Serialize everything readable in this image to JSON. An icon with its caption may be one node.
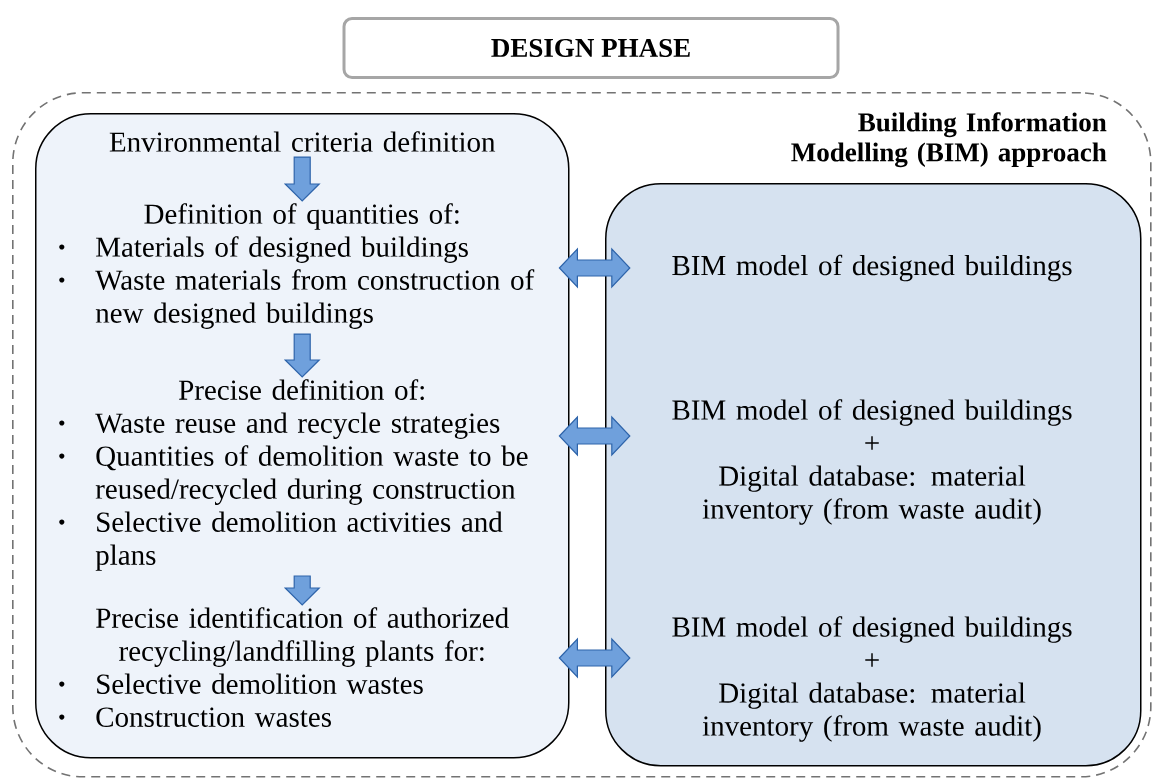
{
  "diagram": {
    "nodes": [
      {
        "text": [
          "DESIGN PHASE"
        ]
      },
      {
        "text": [
          "Building Information Modelling (BIM) approach"
        ]
      },
      {
        "text": [],
        "shape": "box",
        "in": 1
      },
      {
        "text": [
          "Environmental criteria definition"
        ],
        "in": 2
      },
      {
        "text": [
          "Definition of quantities of:",
          "Materials of designed buildings",
          "Waste materials from construction of new designed buildings"
        ],
        "in": 2
      },
      {
        "text": [
          "Precise definition of:",
          "Waste reuse and recycle strategies",
          "Quantities of demolition waste to be reused/recycled during construction",
          "Selective demolition activities and plans"
        ],
        "in": 2
      },
      {
        "text": [
          "Precise identification of authorized recycling/landfilling plants for:",
          "Selective demolition wastes",
          "Construction wastes"
        ],
        "in": 2
      },
      {
        "text": [],
        "shape": "box",
        "in": 1
      },
      {
        "text": [
          "BIM model of designed buildings"
        ],
        "in": 7
      },
      {
        "text": [
          "BIM model of designed buildings",
          "+",
          "Digital database: material inventory (from waste audit)"
        ],
        "in": 7
      },
      {
        "text": [
          "BIM model of designed buildings",
          "+",
          "Digital database: material inventory (from waste audit)"
        ],
        "in": 7
      }
    ],
    "edges": [
      {
        "from": 3,
        "to": 4,
        "arrow": "to"
      },
      {
        "from": 4,
        "to": 5,
        "arrow": "to"
      },
      {
        "from": 5,
        "to": 6,
        "arrow": "to"
      },
      {
        "from": 4,
        "to": 8,
        "arrow": "both"
      },
      {
        "from": 5,
        "to": 9,
        "arrow": "both"
      },
      {
        "from": 6,
        "to": 10,
        "arrow": "both"
      }
    ]
  }
}
